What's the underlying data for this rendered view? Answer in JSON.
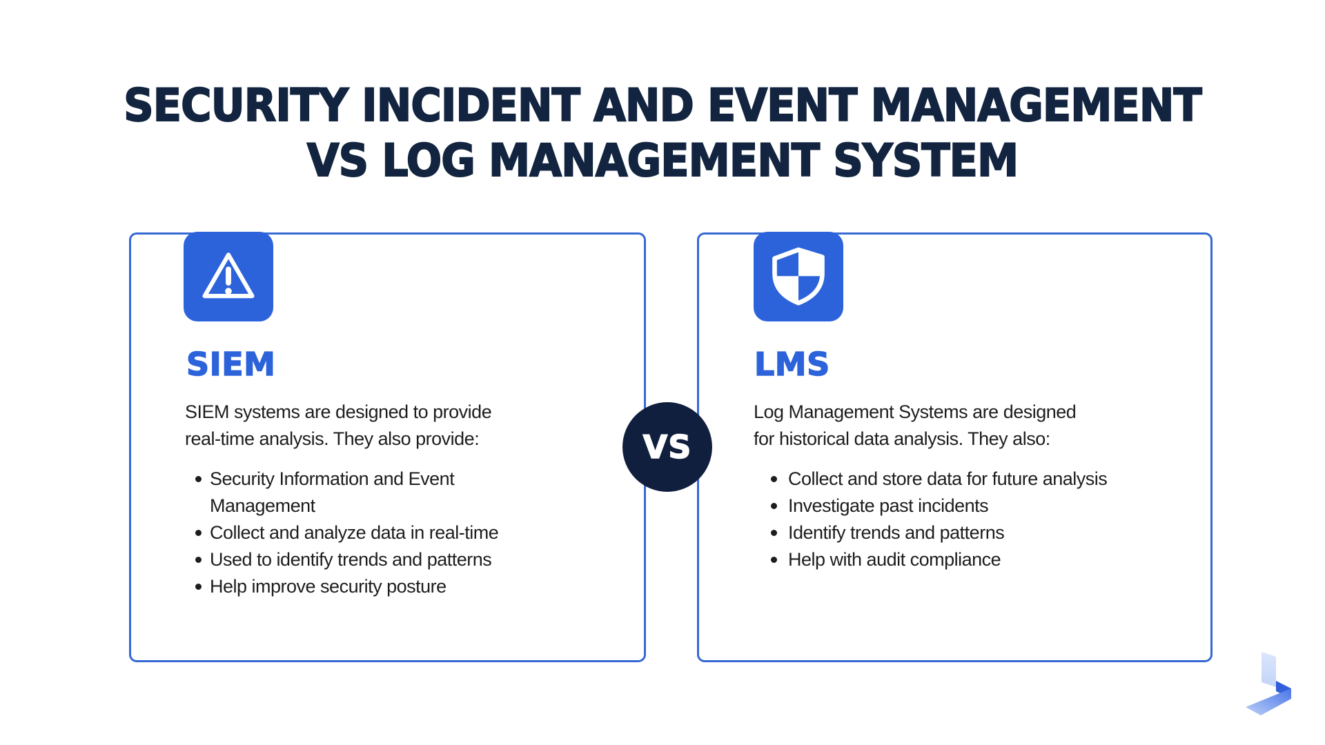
{
  "title": {
    "line1": "SECURITY INCIDENT AND EVENT MANAGEMENT",
    "line2": "VS LOG MANAGEMENT SYSTEM"
  },
  "vs_label": "VS",
  "colors": {
    "primary_blue": "#2d63da",
    "card_border_blue": "#3568d4",
    "title_navy": "#12243f",
    "vs_circle_navy": "#101f3d",
    "body_text": "#1d1d1f"
  },
  "cards": [
    {
      "heading": "SIEM",
      "icon": "warning-triangle-icon",
      "intro_lines": [
        "SIEM systems are designed to provide",
        "real-time analysis. They also provide:"
      ],
      "bullets": [
        [
          "Security Information and Event",
          "Management"
        ],
        [
          "Collect and analyze data in real-time"
        ],
        [
          "Used to identify trends and patterns"
        ],
        [
          "Help improve security posture"
        ]
      ]
    },
    {
      "heading": "LMS",
      "icon": "shield-icon",
      "intro_lines": [
        "Log Management Systems are designed",
        "for historical data analysis. They also:"
      ],
      "bullets": [
        [
          "Collect and store data for future analysis"
        ],
        [
          "Investigate past incidents"
        ],
        [
          "Identify trends and patterns"
        ],
        [
          "Help with audit compliance"
        ]
      ]
    }
  ]
}
